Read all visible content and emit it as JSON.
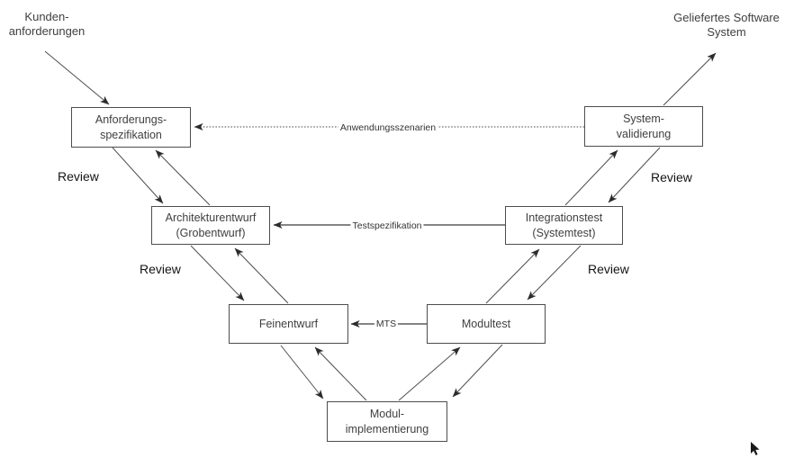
{
  "diagram": {
    "external_labels": {
      "customer_requirements": {
        "line1": "Kunden-",
        "line2": "anforderungen"
      },
      "delivered_system": {
        "line1": "Geliefertes Software",
        "line2": "System"
      }
    },
    "boxes": {
      "anforderungsspezifikation": {
        "line1": "Anforderungs-",
        "line2": "spezifikation"
      },
      "systemvalidierung": {
        "line1": "System-",
        "line2": "validierung"
      },
      "architekturentwurf": {
        "line1": "Architekturentwurf",
        "line2": "(Grobentwurf)"
      },
      "integrationstest": {
        "line1": "Integrationstest",
        "line2": "(Systemtest)"
      },
      "feinentwurf": {
        "line1": "Feinentwurf"
      },
      "modultest": {
        "line1": "Modultest"
      },
      "modulimplementierung": {
        "line1": "Modul-",
        "line2": "implementierung"
      }
    },
    "connector_labels": {
      "anwendungsszenarien": "Anwendungsszenarien",
      "testspezifikation": "Testspezifikation",
      "mts": "MTS"
    },
    "review_label": "Review",
    "colors": {
      "background": "#ffffff",
      "line": "#4d4d4d",
      "arrowhead": "#2b2b2b",
      "box_border": "#4d4d4d",
      "text": "#3f3f3f"
    }
  }
}
